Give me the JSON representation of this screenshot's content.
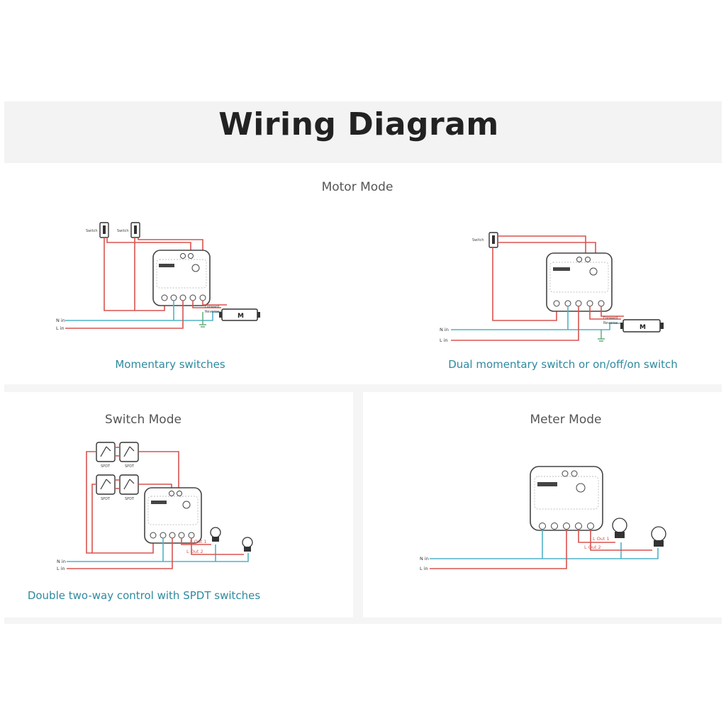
{
  "title": "Wiring Diagram",
  "sections": {
    "motor": {
      "title": "Motor Mode",
      "left": {
        "caption": "Momentary switches",
        "switch1_label": "Switch",
        "switch2_label": "Switch",
        "n_in": "N in",
        "l_in": "L in",
        "motor_label": "M",
        "wire_label_1": "Forward",
        "wire_label_2": "Reverse"
      },
      "right": {
        "caption": "Dual momentary switch or on/off/on switch",
        "switch_label": "Switch",
        "n_in": "N in",
        "l_in": "L in",
        "motor_label": "M",
        "wire_label_1": "Forward",
        "wire_label_2": "Reverse"
      }
    },
    "switch": {
      "title": "Switch Mode",
      "caption": "Double two-way control with SPDT switches",
      "spdt_label": "SPDT",
      "n_in": "N in",
      "l_in": "L in",
      "out1": "L Out 1",
      "out2": "L Out 2"
    },
    "meter": {
      "title": "Meter Mode",
      "n_in": "N in",
      "l_in": "L in",
      "out1": "L Out 1",
      "out2": "L Out 2"
    }
  },
  "colors": {
    "live": "#d9534f",
    "neutral": "#4fb3c8",
    "ground": "#5aa870",
    "caption": "#2e8aa0",
    "title": "#222222"
  },
  "icons": [
    "module-icon",
    "switch-icon",
    "spdt-switch-icon",
    "motor-icon",
    "bulb-icon",
    "ground-icon"
  ]
}
